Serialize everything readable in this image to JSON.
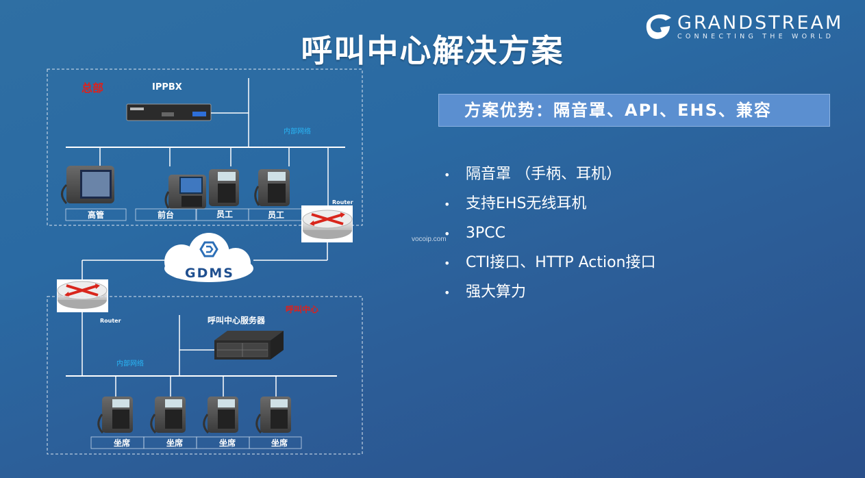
{
  "title": "呼叫中心解决方案",
  "logo": {
    "name": "GRANDSTREAM",
    "tagline": "CONNECTING THE WORLD"
  },
  "advantages": {
    "heading": "方案优势：隔音罩、API、EHS、兼容",
    "items": [
      "隔音罩 （手柄、耳机）",
      "支持EHS无线耳机",
      "3PCC",
      "CTI接口、HTTP Action接口",
      "强大算力"
    ]
  },
  "watermark": "vocoip.com",
  "diagram": {
    "hq_label": "总部",
    "ippbx_label": "IPPBX",
    "internal_network": "内部网络",
    "router_label": "Router",
    "hq_stations": [
      "高管",
      "前台",
      "员工",
      "员工"
    ],
    "cloud_label": "GDMS",
    "callcenter_label": "呼叫中心",
    "server_label": "呼叫中心服务器",
    "agent_stations": [
      "坐席",
      "坐席",
      "坐席",
      "坐席"
    ]
  }
}
